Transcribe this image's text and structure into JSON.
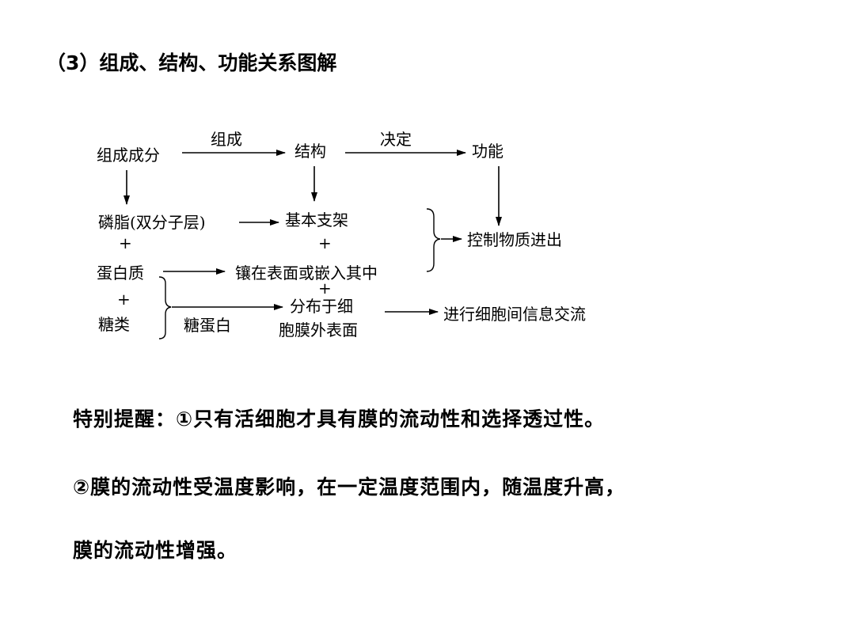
{
  "heading": "（3）组成、结构、功能关系图解",
  "diagram": {
    "composition": "组成成分",
    "edge_compose": "组成",
    "structure": "结构",
    "edge_decide": "决定",
    "function": "功能",
    "phospholipid": "磷脂(双分子层)",
    "basic_framework": "基本支架",
    "plus": "+",
    "protein": "蛋白质",
    "embedded": "镶在表面或嵌入其中",
    "control": "控制物质进出",
    "sugar": "糖类",
    "glycoprotein": "糖蛋白",
    "distributed_line1": "分布于细",
    "distributed_line2": "胞膜外表面",
    "communication": "进行细胞间信息交流"
  },
  "notes": {
    "line1": "特别提醒：①只有活细胞才具有膜的流动性和选择透过性。",
    "line2": "②膜的流动性受温度影响，在一定温度范围内，随温度升高，",
    "line3": "膜的流动性增强。"
  }
}
